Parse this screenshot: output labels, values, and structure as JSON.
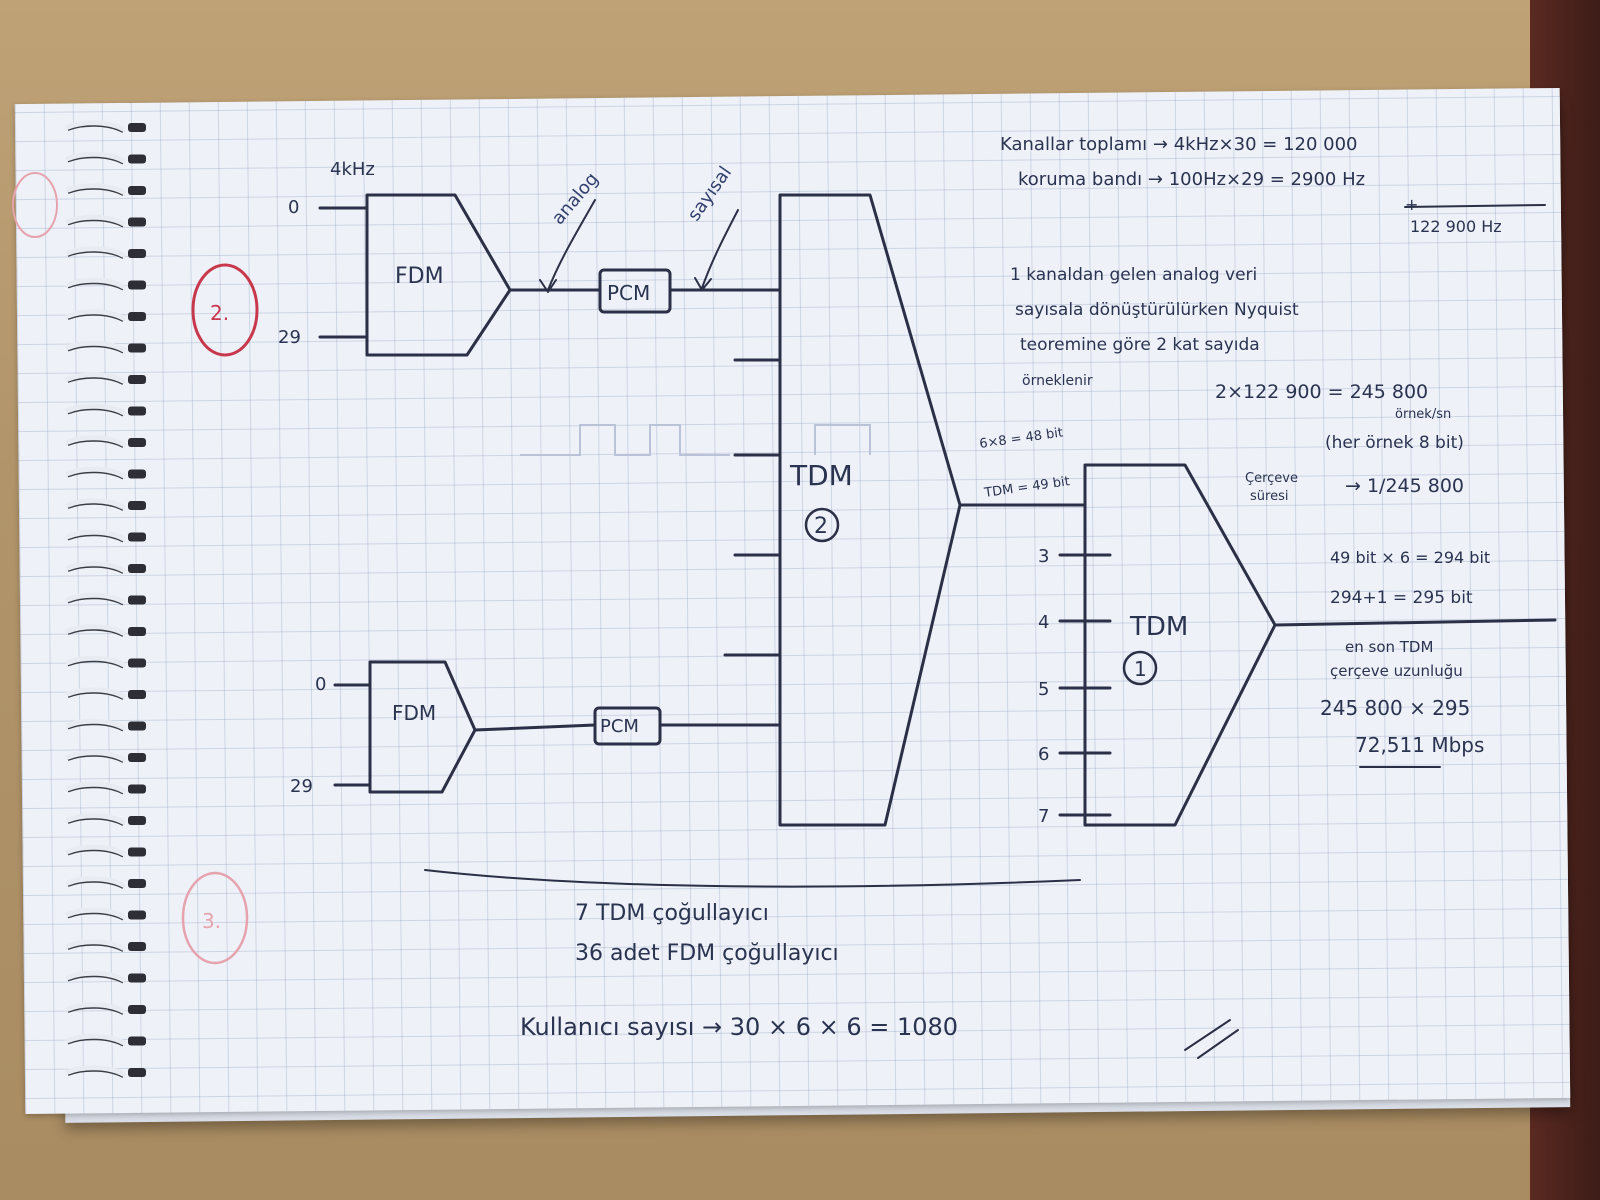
{
  "top_input_freq": "4kHz",
  "channel_start": "0",
  "channel_end": "29",
  "fdm_label": "FDM",
  "pcm_label": "PCM",
  "analog_label": "analog",
  "digital_label": "sayısal",
  "tdm_label": "TDM",
  "tdm2_number": "2",
  "tdm1_number": "1",
  "tdm1_input_numbers": [
    "3",
    "4",
    "5",
    "6",
    "7"
  ],
  "tdm2_output_bits": "6×8 = 48 bit",
  "tdm2_frame_bits": "TDM = 49 bit",
  "notes_right": [
    "Kanallar toplamı → 4kHz×30 = 120 000",
    "koruma bandı → 100Hz×29 = 2900 Hz",
    "+",
    "122 900 Hz",
    "1 kanaldan gelen analog veri",
    "sayısala dönüştürülürken Nyquist",
    "teoremine göre 2 kat sayıda",
    "örneklenir",
    "2×122 900 = 245 800",
    "örnek/sn",
    "(her örnek 8 bit)",
    "Çerçeve",
    "süresi",
    "→ 1/245 800",
    "49 bit × 6 = 294 bit",
    "294+1 = 295 bit",
    "en son TDM",
    "çerçeve uzunluğu",
    "245 800 × 295",
    "72,511 Mbps"
  ],
  "bottom_notes": [
    "7 TDM çoğullayıcı",
    "36 adet FDM çoğullayıcı",
    "Kullanıcı sayısı → 30 × 6 × 6 = 1080"
  ],
  "margin_marks": [
    "2.",
    "3."
  ],
  "colors": {
    "ink": "#2a3350",
    "red_pen": "#c8384d",
    "paper": "#eef1f8"
  }
}
